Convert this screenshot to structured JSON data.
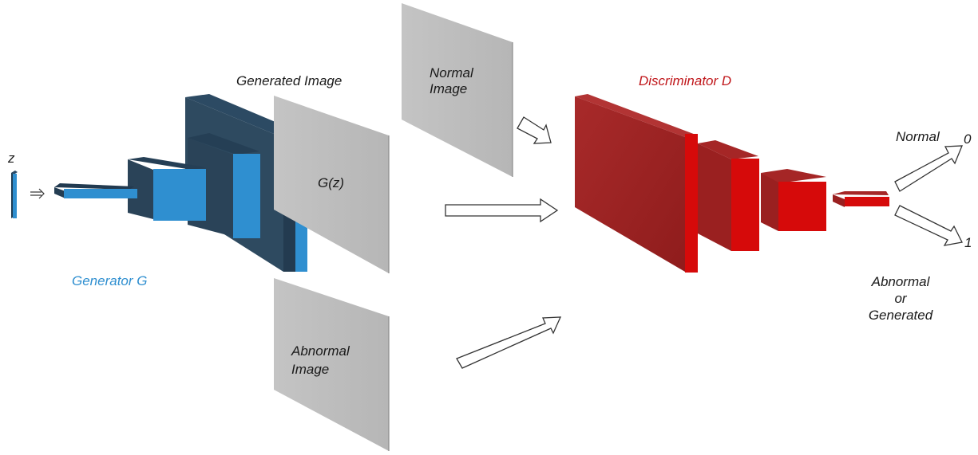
{
  "z_label": "z",
  "generator": {
    "name": "Generator G",
    "color": "#2f8fd0"
  },
  "generated_image": {
    "label": "Generated Image",
    "inner_label": "G(z)"
  },
  "normal_image": {
    "line1": "Normal",
    "line2": "Image"
  },
  "abnormal_image": {
    "line1": "Abnormal",
    "line2": "Image"
  },
  "discriminator": {
    "name": "Discriminator D",
    "color": "#c0171b"
  },
  "outputs": {
    "normal_label": "Normal",
    "normal_value": "0",
    "abnormal_value": "1",
    "abnormal_line1": "Abnormal",
    "abnormal_line2": "or",
    "abnormal_line3": "Generated"
  }
}
